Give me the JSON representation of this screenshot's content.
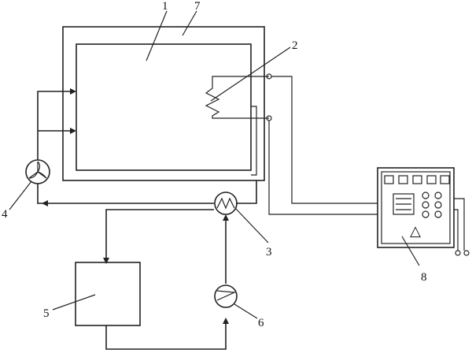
{
  "labels": {
    "l1": "1",
    "l2": "2",
    "l3": "3",
    "l4": "4",
    "l5": "5",
    "l6": "6",
    "l7": "7",
    "l8": "8"
  },
  "panel_symbol": "△",
  "colors": {
    "line": "#222222",
    "background": "#ffffff"
  }
}
